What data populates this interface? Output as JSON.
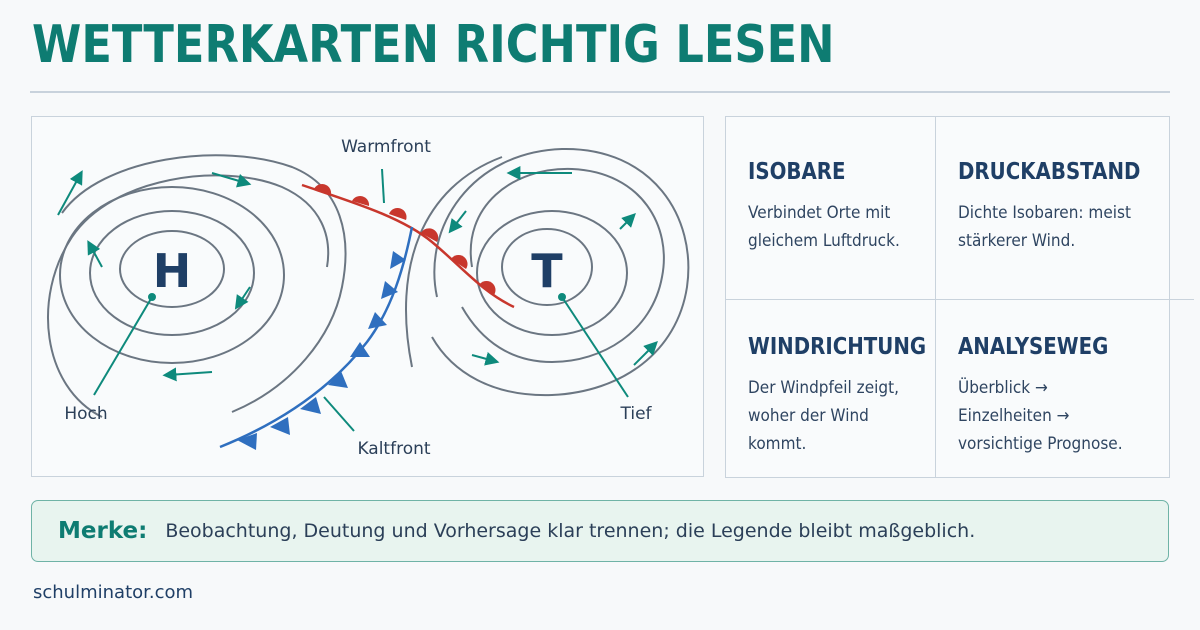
{
  "title": "Wetterkarten richtig lesen",
  "map": {
    "high_letter": "H",
    "low_letter": "T",
    "label_high": "Hoch",
    "label_low": "Tief",
    "label_warmfront": "Warmfront",
    "label_kaltfront": "Kaltfront",
    "colors": {
      "isobar": "#6b7682",
      "arrow": "#0e8a7c",
      "warmfront": "#c8372d",
      "coldfront": "#2f6fbf"
    }
  },
  "cards": [
    {
      "title": "ISOBARE",
      "text": "Verbindet Orte mit gleichem Luftdruck."
    },
    {
      "title": "DRUCKABSTAND",
      "text": "Dichte Isobaren: meist stärkerer Wind."
    },
    {
      "title": "WINDRICHTUNG",
      "text": "Der Windpfeil zeigt, woher der Wind kommt."
    },
    {
      "title": "ANALYSEWEG",
      "text": "Überblick → Einzelheiten → vorsichtige Prognose."
    }
  ],
  "merke": {
    "label": "Merke:",
    "text": "Beobachtung, Deutung und Vorhersage klar trennen; die Legende bleibt maßgeblich."
  },
  "footer": "schulminator.com",
  "accent_color": "#0e7c72"
}
